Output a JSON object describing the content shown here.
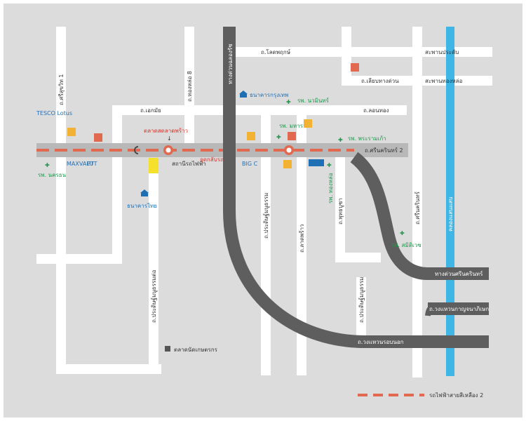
{
  "map": {
    "colors": {
      "background": "#dcdcdd",
      "minor_road": "#ffffff",
      "expressway": "#5e5e5e",
      "main_road": "#b8b8b8",
      "rail_line": "#e0694f",
      "canal": "#3fb6e6",
      "hospital": "#1a9a4a",
      "bank": "#1f6fb5"
    },
    "roads": {
      "top_north_1": "ถ.โลดพฤกษ์",
      "top_north_2": "สะพานประดับ",
      "north_mid": "ถ.เลียบทางด่วน",
      "north_right": "สะพานทองหล่อ",
      "mid_left": "ถ.เอกมัย",
      "mid_right": "ถ.ลอนทอง",
      "main_road": "ถ.ศรีนครินทร์ 2",
      "left_vertical": "ถ.ศรีสุขวิท 1",
      "vertical_2": "ถ.ทองหล่อ 8",
      "expressway": "ทางด่วนฉลองรัช",
      "vertical_mid1": "ถ.ประดิษฐ์มนูธรรม",
      "vertical_mid2": "ถ.ลาดพร้าว",
      "vertical_mid3": "ถ.พุทธบูชา",
      "vertical_right": "ถ.ศรีนครินทร์",
      "lower_left_vertical": "ถ.ประดิษฐ์มนูธรรมต่อ",
      "lower_mid_vertical": "ถ.ประดิษฐ์มนูธรรม",
      "canal_label": "คลองแสนแสบ",
      "exp_label_1": "ทางด่วนศรีนครินทร์",
      "exp_label_2": "ถ.วงแหวนกาญจนาภิเษก",
      "exp_label_3": "ถ.วงแหวนรอบนอก"
    },
    "pois": {
      "hospital_top": "รพ. นวมินทร์",
      "hospital_mid": "รพ. มหาราช",
      "hospital_mid2": "รพ. พระรามเก้า",
      "hospital_left": "รพ. นครธน",
      "hospital_right": "รพ. สมิติเวช",
      "hospital_side": "รพ. ทองหล่อ",
      "bank_top": "ธนาคารกรุงเทพ",
      "bank_left": "ธนาคารไทย",
      "station_label": "ตลาดสดลาดพร้าว",
      "station_sub": "สถานีรถไฟฟ้า",
      "landmark_left": "จุดกลับรถ",
      "landmark_bottom": "ตลาดนัดเกษตรกร",
      "shop_left_1": "TESCO Lotus",
      "shop_left_2": "MAXVALU",
      "shop_mid": "BIG C",
      "icon_label_mid": "PTT"
    },
    "legend": {
      "rail_line": "รถไฟฟ้าสายสีเหลือง 2"
    }
  }
}
